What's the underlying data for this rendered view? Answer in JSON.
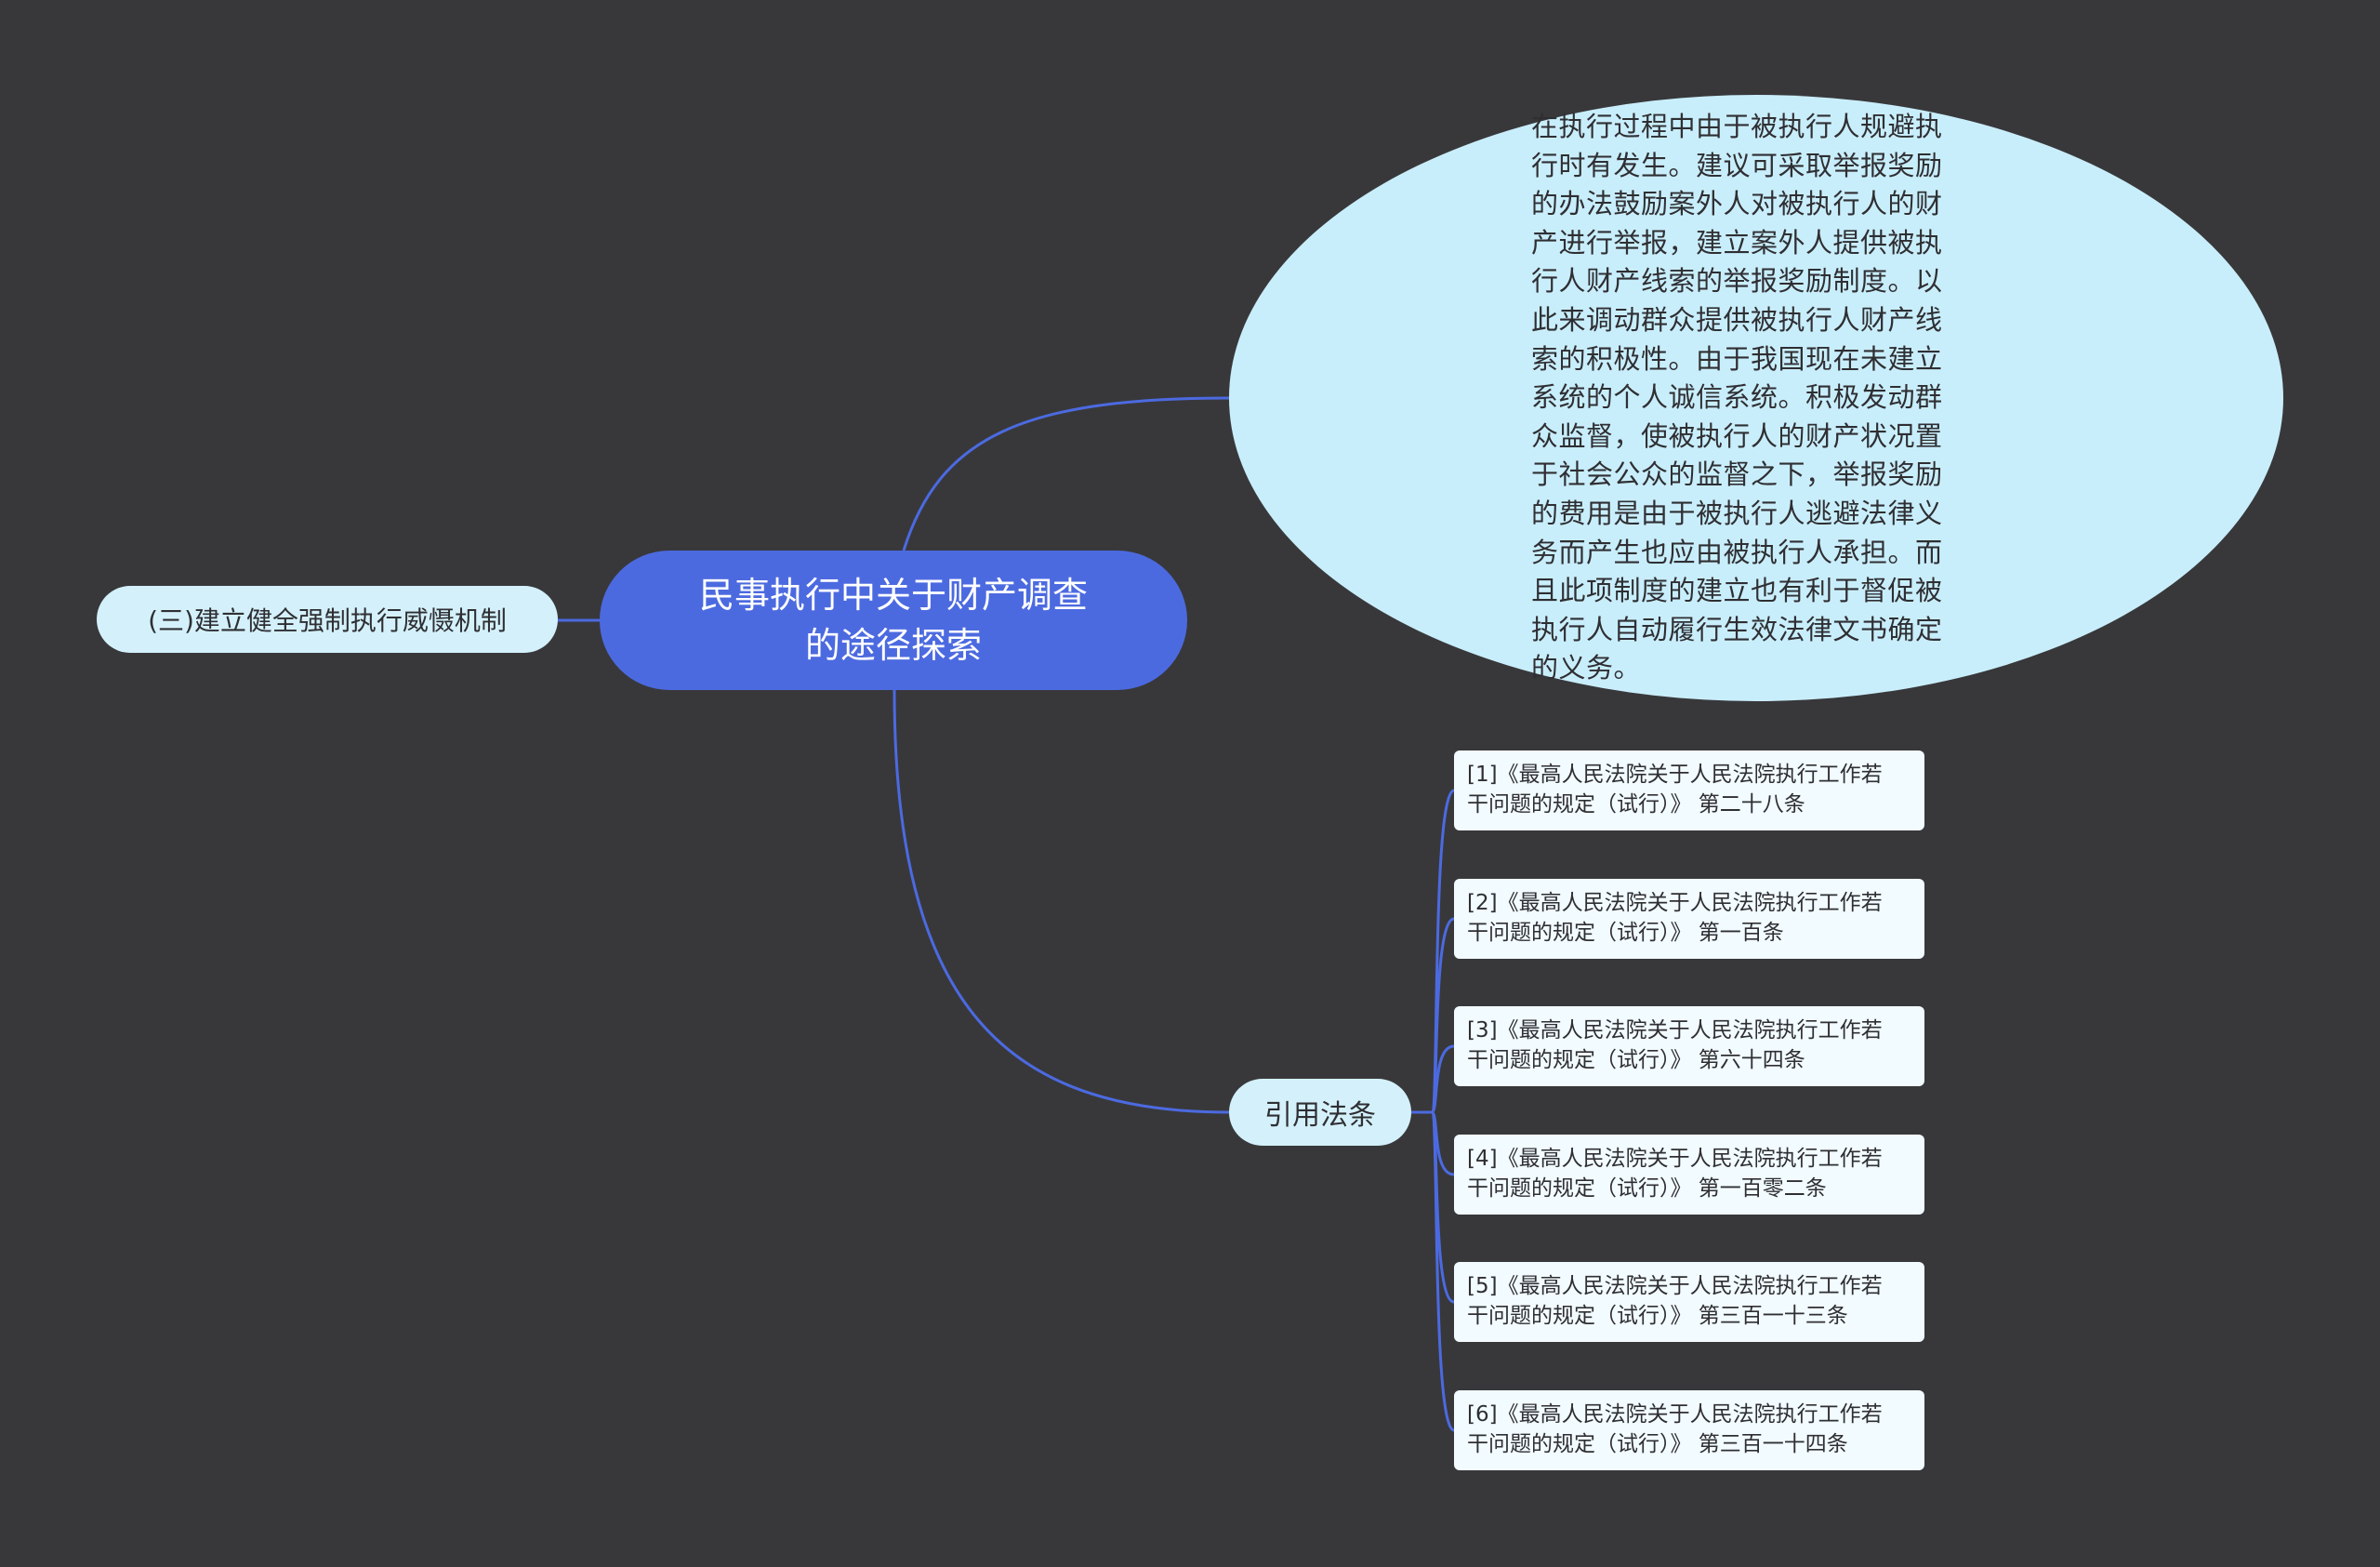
{
  "root": {
    "title_line1": "民事执行中关于财产调查",
    "title_line2": "的途径探索"
  },
  "left_branch": {
    "label": "(三)建立健全强制执行威慑机制"
  },
  "detail_branch": {
    "text": "在执行过程中由于被执行人规避执行时有发生。建议可采取举报奖励的办法鼓励案外人对被执行人的财产进行举报，建立案外人提供被执行人财产线索的举报奖励制度。以此来调动群众提供被执行人财产线索的积极性。由于我国现在未建立系统的个人诚信系统。积极发动群众监督，使被执行人的财产状况置于社会公众的监督之下，举报奖励的费用是由于被执行人逃避法律义务而产生也应由被执行人承担。而且此项制度的建立也有利于督促被执行人自动履行生效法律文书确定的义务。"
  },
  "citations": {
    "label": "引用法条",
    "items": [
      {
        "line1": "[1]《最高人民法院关于人民法院执行工作若",
        "line2": "干问题的规定（试行）》 第二十八条"
      },
      {
        "line1": "[2]《最高人民法院关于人民法院执行工作若",
        "line2": "干问题的规定（试行）》 第一百条"
      },
      {
        "line1": "[3]《最高人民法院关于人民法院执行工作若",
        "line2": "干问题的规定（试行）》 第六十四条"
      },
      {
        "line1": "[4]《最高人民法院关于人民法院执行工作若",
        "line2": "干问题的规定（试行）》 第一百零二条"
      },
      {
        "line1": "[5]《最高人民法院关于人民法院执行工作若",
        "line2": "干问题的规定（试行）》 第三百一十三条"
      },
      {
        "line1": "[6]《最高人民法院关于人民法院执行工作若",
        "line2": "干问题的规定（试行）》 第三百一十四条"
      }
    ]
  },
  "colors": {
    "background": "#38383b",
    "root_fill": "#4c6ae0",
    "connector": "#4c6ae0",
    "branch_fill": "#d4f1fb",
    "leaf_fill": "#f2fbff"
  }
}
